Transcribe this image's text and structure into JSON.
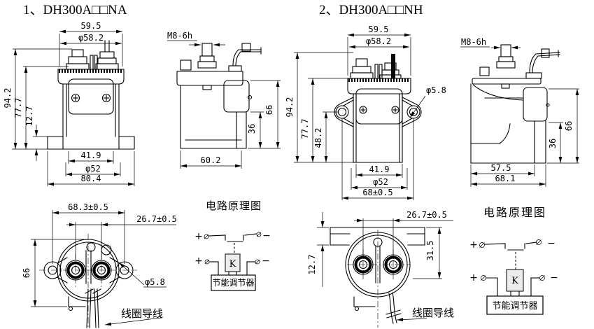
{
  "meta": {
    "background": "#ffffff",
    "line_color": "#000000",
    "k_box_fill": "#ececec"
  },
  "p1": {
    "title": "1、DH300A□□NA",
    "front": {
      "w_top": "59.5",
      "dia_top": "φ58.2",
      "h_total": "94.2",
      "h_body": "77.7",
      "h_flange": "12.7",
      "w_screws": "41.9",
      "dia_body": "φ52",
      "w_flange": "80.4"
    },
    "side": {
      "thread": "M8-6h",
      "h_side": "66",
      "h_tail": "36",
      "w_bottom": "60.2"
    },
    "bottom": {
      "w_mount_holes": "68.3±0.5",
      "w_terminals": "26.7±0.5",
      "h_body": "66",
      "dia_mount_hole": "φ5.8",
      "coil_leads_label": "线圈导线"
    },
    "circuit": {
      "title": "电路原理图",
      "plus": "+",
      "minus": "−",
      "coil": "K",
      "regulator": "节能调节器"
    }
  },
  "p2": {
    "title": "2、DH300A□□NH",
    "front": {
      "w_top": "59.5",
      "dia_top": "φ58.2",
      "h_total": "94.2",
      "h_body": "77.7",
      "h_ear": "48.2",
      "dia_mount_hole": "φ5.8",
      "w_screws": "41.9",
      "dia_body": "φ52",
      "w_mount_holes": "68±0.5"
    },
    "side": {
      "thread": "M8-6h",
      "h_side": "66",
      "h_tail": "36",
      "w_inner": "57.5",
      "w_bottom": "68.1"
    },
    "bottom": {
      "w_terminals": "26.7±0.5",
      "h_right": "31.5",
      "h_bracket": "12.7",
      "coil_leads_label": "线圈导线"
    },
    "circuit": {
      "title": "电路原理图",
      "plus": "+",
      "minus": "−",
      "coil": "K",
      "regulator": "节能调节器"
    }
  }
}
